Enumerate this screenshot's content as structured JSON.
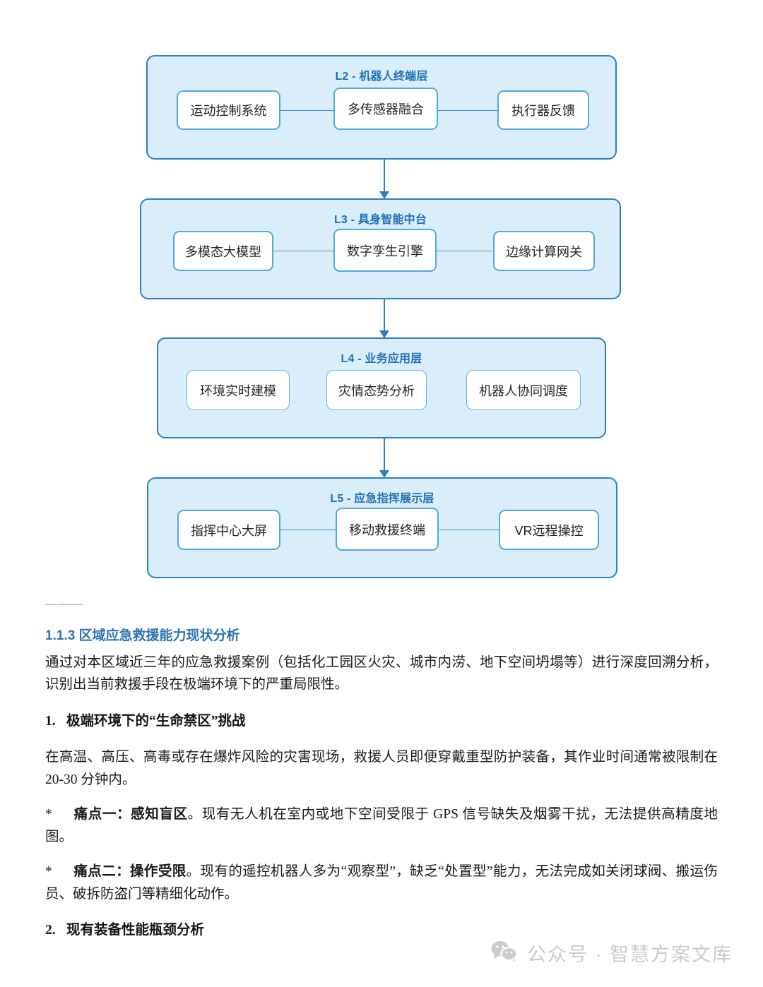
{
  "diagram": {
    "layers": [
      {
        "id": "L2",
        "title": "L2 - 机器人终端层",
        "connected": true,
        "nodes": [
          "运动控制系统",
          "多传感器融合",
          "执行器反馈"
        ]
      },
      {
        "id": "L3",
        "title": "L3 - 具身智能中台",
        "connected": true,
        "nodes": [
          "多模态大模型",
          "数字孪生引擎",
          "边缘计算网关"
        ]
      },
      {
        "id": "L4",
        "title": "L4 - 业务应用层",
        "connected": false,
        "nodes": [
          "环境实时建模",
          "灾情态势分析",
          "机器人协同调度"
        ]
      },
      {
        "id": "L5",
        "title": "L5 - 应急指挥展示层",
        "connected": true,
        "nodes": [
          "指挥中心大屏",
          "移动救援终端",
          "VR远程操控"
        ]
      }
    ],
    "colors": {
      "layer_fill": "#daedfa",
      "layer_border": "#2b7fc3",
      "node_border": "#52a8e0",
      "title_color": "#1e6fb5",
      "connector": "#4a90c9"
    }
  },
  "content": {
    "horizontal_rule": "———",
    "section_heading": "1.1.3 区域应急救援能力现状分析",
    "intro_paragraph": "通过对本区域近三年的应急救援案例（包括化工园区火灾、城市内涝、地下空间坍塌等）进行深度回溯分析，识别出当前救援手段在极端环境下的严重局限性。",
    "item1": {
      "index": "1.",
      "heading": "极端环境下的“生命禁区”挑战",
      "paragraph": "在高温、高压、高毒或存在爆炸风险的灾害现场，救援人员即便穿戴重型防护装备，其作业时间通常被限制在 20-30 分钟内。"
    },
    "bullets": [
      {
        "marker": "*",
        "label": "痛点一：感知盲区",
        "text": "。现有无人机在室内或地下空间受限于 GPS 信号缺失及烟雾干扰，无法提供高精度地图。"
      },
      {
        "marker": "*",
        "label": "痛点二：操作受限",
        "text": "。现有的遥控机器人多为“观察型”，缺乏“处置型”能力，无法完成如关闭球阀、搬运伤员、破拆防盗门等精细化动作。"
      }
    ],
    "item2": {
      "index": "2.",
      "heading": "现有装备性能瓶颈分析"
    }
  },
  "footer": {
    "watermark_text": "公众号 · 智慧方案文库",
    "watermark_color": "#c9cbcd"
  }
}
